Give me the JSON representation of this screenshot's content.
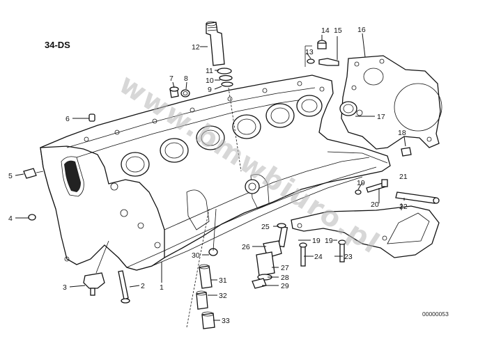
{
  "diagram": {
    "group_code": "34-DS",
    "reference_number": "00000053",
    "watermark": "www.bmwbiuro.pl",
    "callouts": [
      {
        "id": "1",
        "label": "1"
      },
      {
        "id": "2",
        "label": "2"
      },
      {
        "id": "3",
        "label": "3"
      },
      {
        "id": "4",
        "label": "4"
      },
      {
        "id": "5",
        "label": "5"
      },
      {
        "id": "6",
        "label": "6"
      },
      {
        "id": "7",
        "label": "7"
      },
      {
        "id": "8",
        "label": "8"
      },
      {
        "id": "9",
        "label": "9"
      },
      {
        "id": "10",
        "label": "10"
      },
      {
        "id": "11",
        "label": "11"
      },
      {
        "id": "12",
        "label": "12"
      },
      {
        "id": "13",
        "label": "13"
      },
      {
        "id": "14",
        "label": "14"
      },
      {
        "id": "15",
        "label": "15"
      },
      {
        "id": "16",
        "label": "16"
      },
      {
        "id": "17",
        "label": "17"
      },
      {
        "id": "18",
        "label": "18"
      },
      {
        "id": "19a",
        "label": "19"
      },
      {
        "id": "20",
        "label": "20"
      },
      {
        "id": "21",
        "label": "21"
      },
      {
        "id": "22",
        "label": "22"
      },
      {
        "id": "19b",
        "label": "19"
      },
      {
        "id": "19c",
        "label": "19"
      },
      {
        "id": "23",
        "label": "23"
      },
      {
        "id": "24",
        "label": "24"
      },
      {
        "id": "25",
        "label": "25"
      },
      {
        "id": "26",
        "label": "26"
      },
      {
        "id": "27",
        "label": "27"
      },
      {
        "id": "28",
        "label": "28"
      },
      {
        "id": "29",
        "label": "29"
      },
      {
        "id": "30",
        "label": "30"
      },
      {
        "id": "31",
        "label": "31"
      },
      {
        "id": "32",
        "label": "32"
      },
      {
        "id": "33",
        "label": "33"
      }
    ]
  }
}
